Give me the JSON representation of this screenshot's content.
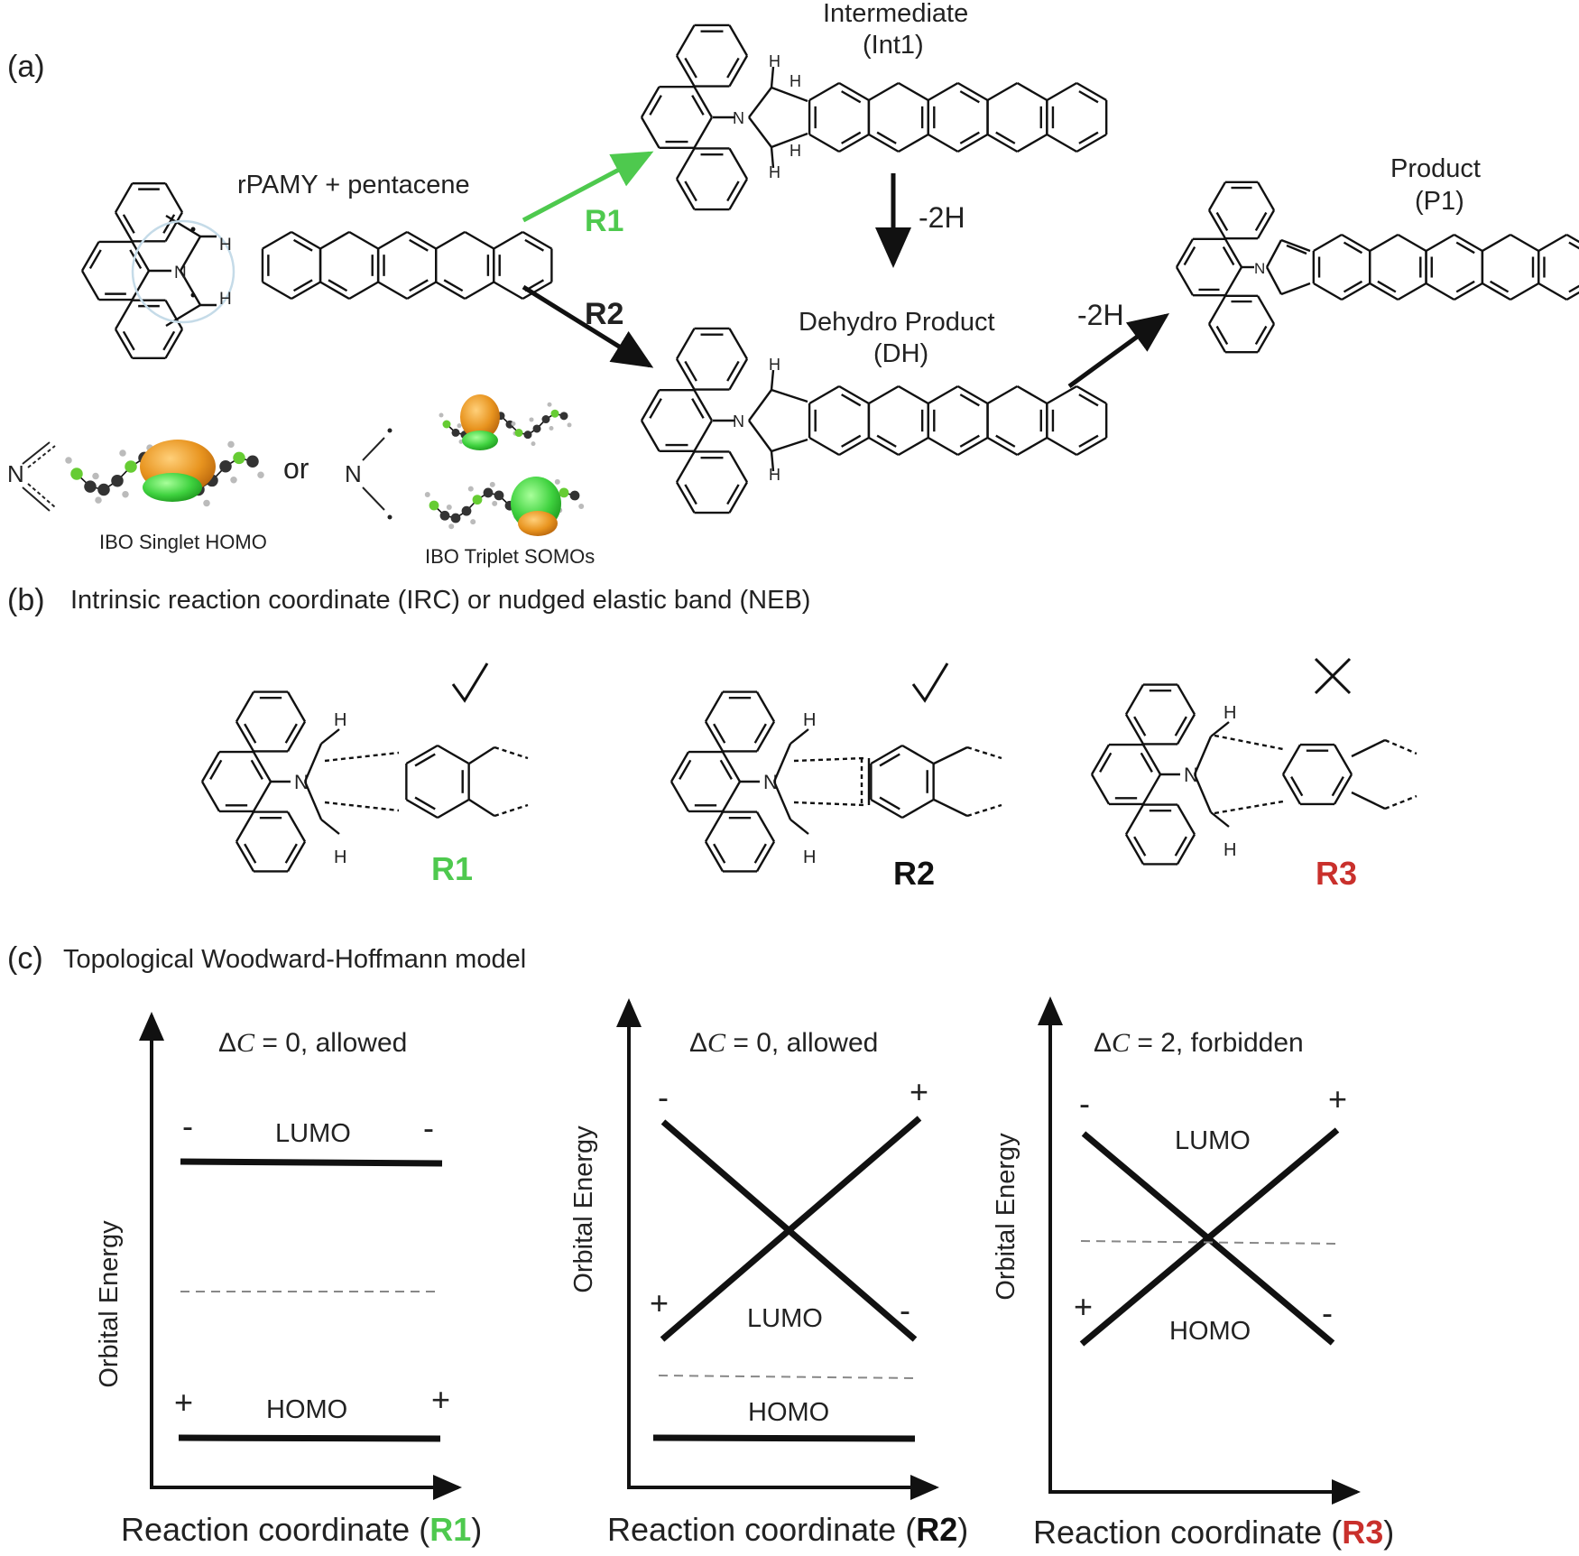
{
  "colors": {
    "green": "#4ec94e",
    "red": "#c9302c",
    "black": "#111111",
    "dash": "#888888",
    "orange": "#e8941f",
    "lobe_green": "#3fd23f"
  },
  "panel_a": {
    "label": "(a)",
    "reactants": "rPAMY + pentacene",
    "r1": "R1",
    "r2": "R2",
    "int_title": "Intermediate",
    "int_code": "(Int1)",
    "minus2h_1": "-2H",
    "minus2h_2": "-2H",
    "dh_title": "Dehydro Product",
    "dh_code": "(DH)",
    "p_title": "Product",
    "p_code": "(P1)",
    "or": "or",
    "singlet": "IBO Singlet HOMO",
    "triplet": "IBO Triplet SOMOs",
    "atom_n": "N",
    "atom_h": "H"
  },
  "panel_b": {
    "label": "(b)",
    "title": "Intrinsic reaction coordinate (IRC) or nudged elastic band (NEB)",
    "items": [
      {
        "label": "R1",
        "mark": "✓",
        "color": "#4ec94e"
      },
      {
        "label": "R2",
        "mark": "✓",
        "color": "#111111"
      },
      {
        "label": "R3",
        "mark": "✕",
        "color": "#c9302c"
      }
    ]
  },
  "panel_c": {
    "label": "(c)",
    "title": "Topological Woodward-Hoffmann model",
    "ylabel": "Orbital Energy",
    "delta_prefix": "Δ",
    "delta_var": "C",
    "xlabel_prefix": "Reaction coordinate (",
    "xlabel_suffix": ")",
    "plots": [
      {
        "delta_rest": " = 0, allowed",
        "rxn": "R1",
        "rxn_color": "#4ec94e",
        "lumo": "LUMO",
        "homo": "HOMO",
        "lumo_signs": [
          "-",
          "-"
        ],
        "homo_signs": [
          "+",
          "+"
        ]
      },
      {
        "delta_rest": " = 0, allowed",
        "rxn": "R2",
        "rxn_color": "#111111",
        "lumo": "LUMO",
        "homo": "HOMO",
        "cross_signs": [
          "-",
          "+",
          "+",
          "-"
        ]
      },
      {
        "delta_rest": " = 2, forbidden",
        "rxn": "R3",
        "rxn_color": "#c9302c",
        "lumo": "LUMO",
        "homo": "HOMO",
        "cross_signs": [
          "-",
          "+",
          "+",
          "-"
        ]
      }
    ]
  }
}
